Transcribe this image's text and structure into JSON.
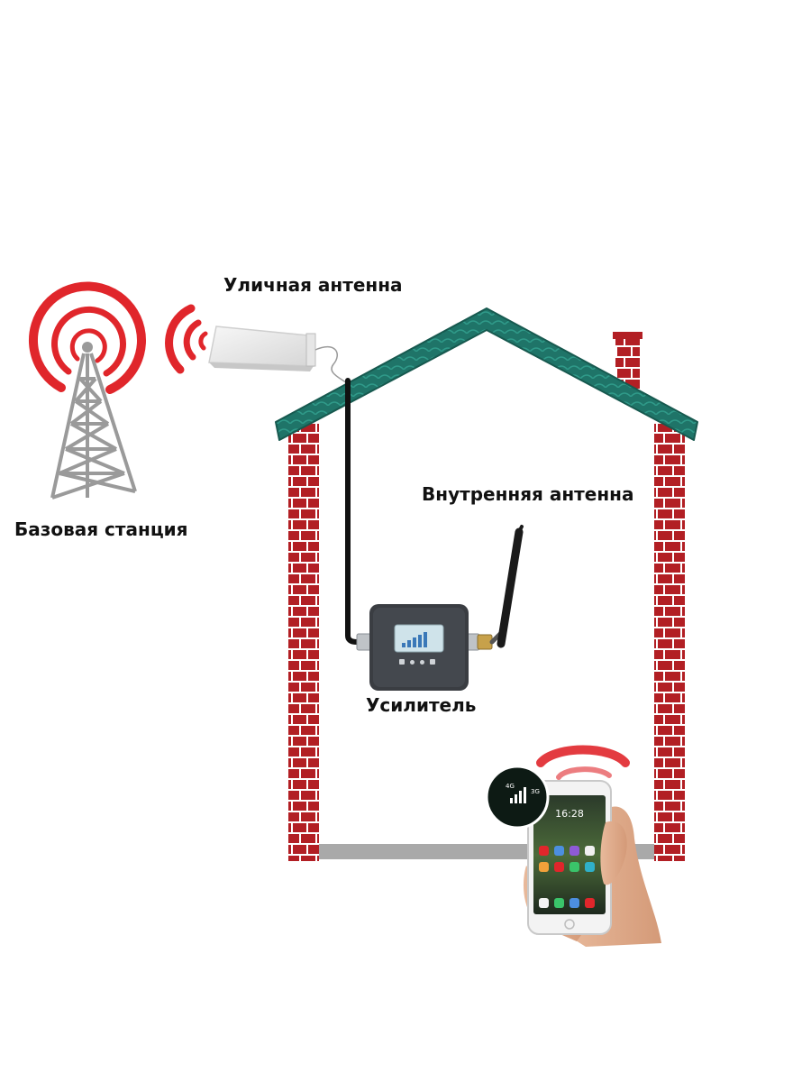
{
  "labels": {
    "outdoor_antenna": "Уличная антенна",
    "indoor_antenna": "Внутренняя антенна",
    "amplifier": "Усилитель",
    "base_station": "Базовая станция"
  },
  "phone": {
    "time": "16:28",
    "badge_left": "4G",
    "badge_right": "3G"
  },
  "colors": {
    "signal_red": "#e0262b",
    "roof_teal": "#1f7468",
    "brick_red": "#b21f24",
    "tower_gray": "#9a9a9a",
    "floor_gray": "#a9a9a9",
    "amplifier_body": "#3a3d42"
  }
}
